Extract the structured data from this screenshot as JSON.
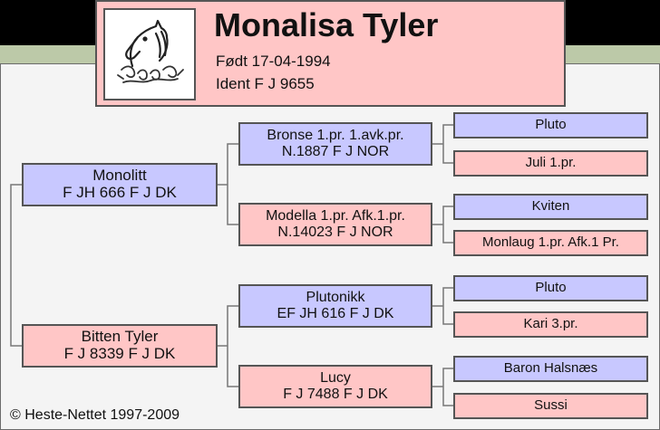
{
  "horse": {
    "name": "Monalisa Tyler",
    "born": "Født 17-04-1994",
    "ident": "Ident F J 9655"
  },
  "logo": {
    "icon": "horse-head-logo-icon"
  },
  "pedigree": {
    "sire": {
      "line1": "Monolitt",
      "line2": "F JH 666 F J DK"
    },
    "dam": {
      "line1": "Bitten Tyler",
      "line2": "F J 8339 F J DK"
    },
    "sire_sire": {
      "line1": "Bronse 1.pr. 1.avk.pr.",
      "line2": "N.1887 F J NOR"
    },
    "sire_dam": {
      "line1": "Modella 1.pr.  Afk.1.pr.",
      "line2": "N.14023 F J NOR"
    },
    "dam_sire": {
      "line1": "Plutonikk",
      "line2": "EF JH 616 F J DK"
    },
    "dam_dam": {
      "line1": "Lucy",
      "line2": "F J 7488 F J DK"
    },
    "ggp": [
      {
        "label": "Pluto"
      },
      {
        "label": "Juli 1.pr."
      },
      {
        "label": "Kviten"
      },
      {
        "label": "Monlaug 1.pr.  Afk.1 Pr."
      },
      {
        "label": "Pluto"
      },
      {
        "label": "Kari 3.pr."
      },
      {
        "label": "Baron Halsnæs"
      },
      {
        "label": "Sussi"
      }
    ]
  },
  "footer": {
    "copyright": "© Heste-Nettet 1997-2009"
  },
  "colors": {
    "male": "#c8c8ff",
    "female": "#ffc6c6",
    "band": "#bcc9a8",
    "panel": "#f4f4f4",
    "border": "#555555"
  }
}
